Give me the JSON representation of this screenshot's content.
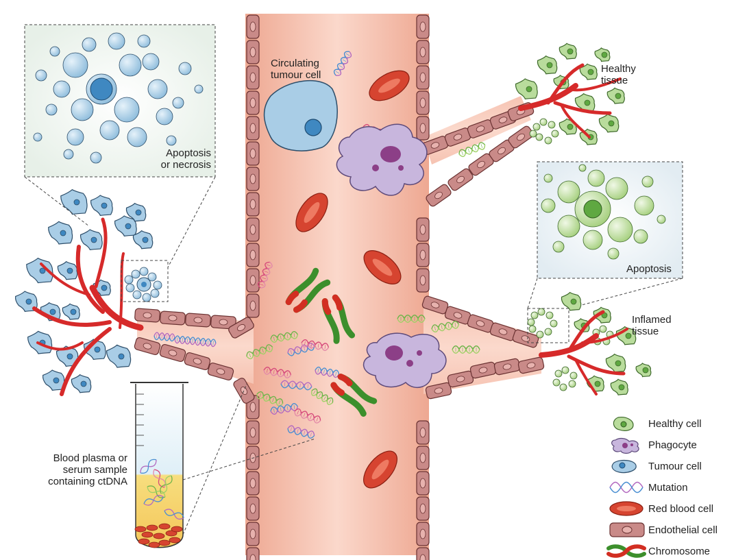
{
  "labels": {
    "circulating_tumour_cell": "Circulating\ntumour cell",
    "healthy_tissue": "Healthy\ntissue",
    "apoptosis_or_necrosis": "Apoptosis\nor necrosis",
    "apoptosis": "Apoptosis",
    "inflamed_tissue": "Inflamed\ntissue",
    "blood_sample": "Blood plasma or\nserum sample\ncontaining ctDNA"
  },
  "legend": {
    "items": [
      {
        "label": "Healthy cell",
        "icon": "healthy-cell-icon"
      },
      {
        "label": "Phagocyte",
        "icon": "phagocyte-icon"
      },
      {
        "label": "Tumour cell",
        "icon": "tumour-cell-icon"
      },
      {
        "label": "Mutation",
        "icon": "mutation-icon"
      },
      {
        "label": "Red blood cell",
        "icon": "red-blood-cell-icon"
      },
      {
        "label": "Endothelial cell",
        "icon": "endothelial-cell-icon"
      },
      {
        "label": "Chromosome",
        "icon": "chromosome-icon"
      }
    ]
  },
  "colors": {
    "vessel": "#f3b7a3",
    "endothelial": "#c98a88",
    "red_blood_cell": "#d64430",
    "tumour_cell": "#a9cde6",
    "healthy_cell": "#b9dc9c",
    "phagocyte": "#c8b6dd",
    "capillary": "#d62a2a"
  }
}
